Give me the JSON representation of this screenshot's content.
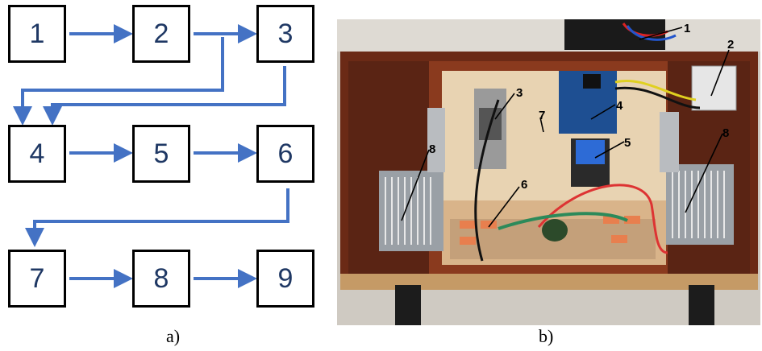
{
  "diagram": {
    "blocks": [
      "1",
      "2",
      "3",
      "4",
      "5",
      "6",
      "7",
      "8",
      "9"
    ],
    "caption": "a)",
    "arrow_color": "#4472c4",
    "number_color": "#1f3864"
  },
  "photo": {
    "labels": [
      "1",
      "2",
      "3",
      "4",
      "5",
      "6",
      "7",
      "8",
      "8"
    ],
    "caption": "b)"
  }
}
